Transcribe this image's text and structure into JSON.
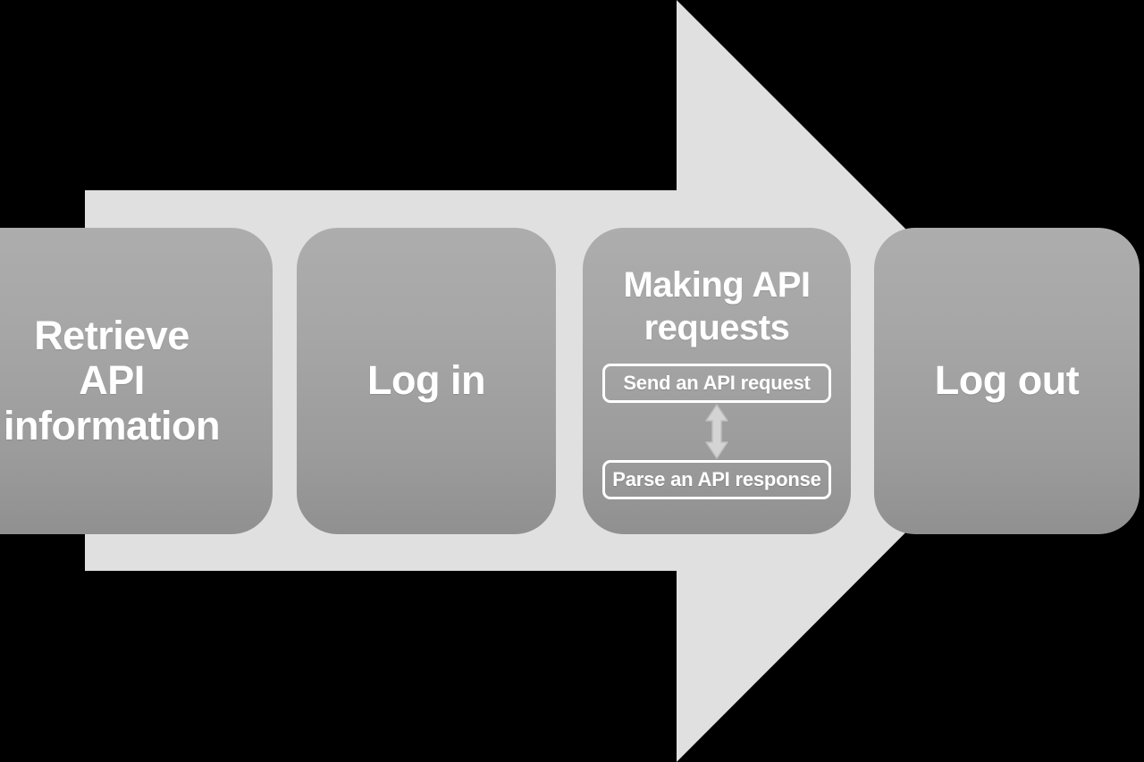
{
  "diagram": {
    "title": "API workflow process arrow",
    "background_color": "#000000",
    "arrow_color": "#e0e0e0",
    "box_color_top": "#adadad",
    "box_color_bottom": "#909090",
    "text_color": "#ffffff",
    "direction": "left-to-right",
    "steps": [
      {
        "id": "retrieve-api-information",
        "label": "Retrieve\nAPI\ninformation",
        "order": 1
      },
      {
        "id": "log-in",
        "label": "Log in",
        "order": 2
      },
      {
        "id": "making-api-requests",
        "label": "Making API\nrequests",
        "order": 3,
        "substeps": [
          {
            "id": "send-an-api-request",
            "label": "Send an API request"
          },
          {
            "id": "parse-an-api-response",
            "label": "Parse an API response"
          }
        ],
        "substep_connector": {
          "icon": "double-headed-vertical-arrow",
          "color": "#d4d4d4",
          "outline": "#bdbdbd"
        }
      },
      {
        "id": "log-out",
        "label": "Log out",
        "order": 4
      }
    ]
  }
}
